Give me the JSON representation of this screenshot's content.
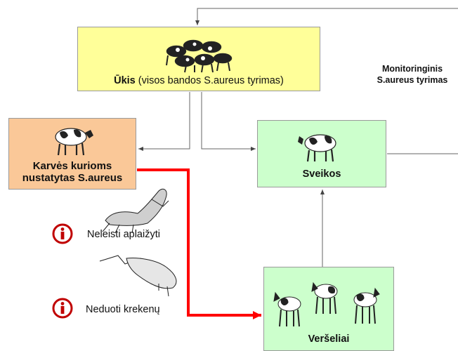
{
  "farm": {
    "title_bold": "Ūkis",
    "title_rest": " (visos bandos S.aureus tyrimas)"
  },
  "monitoring": {
    "line1": "Monitoringinis",
    "line2": "S.aureus tyrimas"
  },
  "infected_cows": {
    "line1": "Karvės kurioms",
    "line2": "nustatytas S.aureus"
  },
  "healthy": {
    "label": "Sveikos"
  },
  "calves": {
    "label": "Veršeliai"
  },
  "notes": [
    {
      "text": "Neleisti aplaižyti",
      "icon": "info-icon"
    },
    {
      "text": "Neduoti krekenų",
      "icon": "info-icon"
    }
  ],
  "colors": {
    "farm_fill": "#ffff99",
    "infected_fill": "#fac898",
    "healthy_fill": "#ccffcc",
    "alert_arrow": "#ff0000",
    "info_icon": "#c00000"
  }
}
